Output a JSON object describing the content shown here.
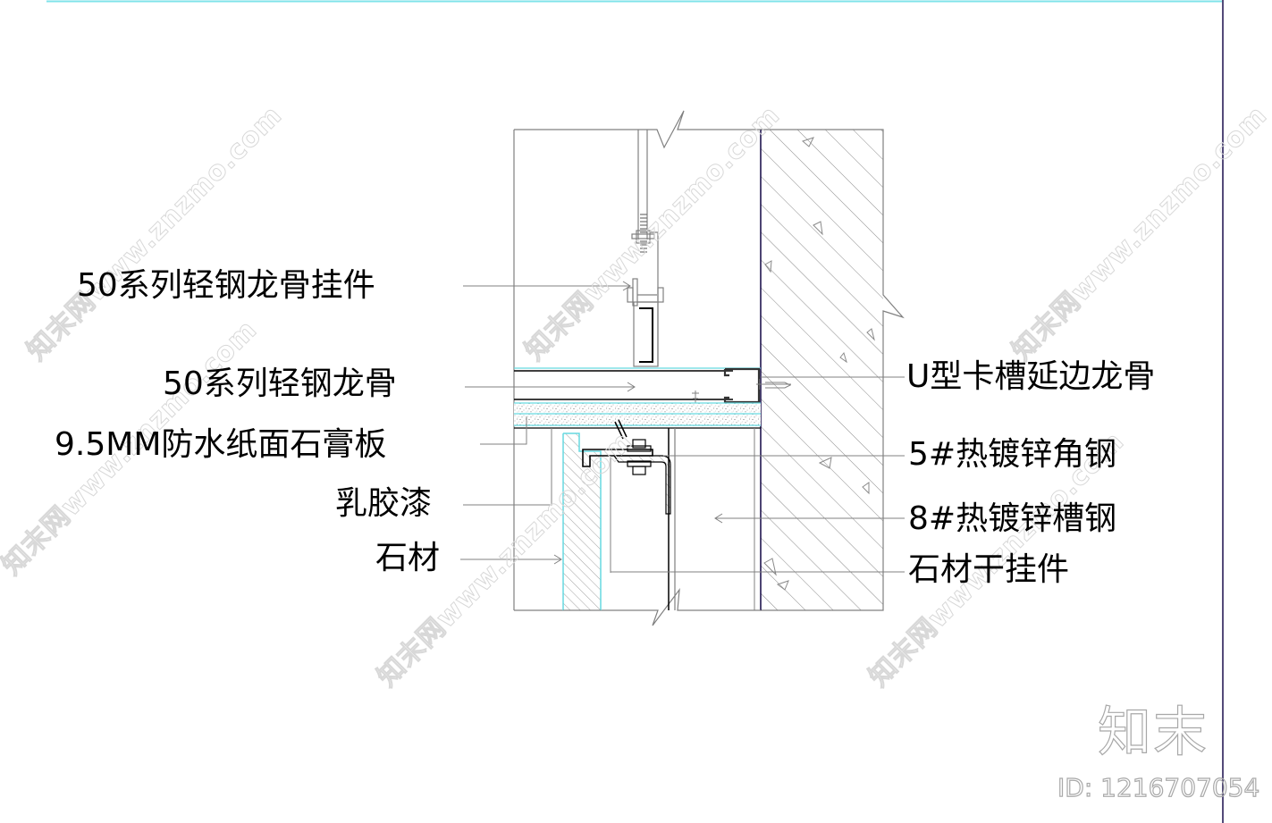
{
  "drawing": {
    "type": "construction-section-detail",
    "subject": "stone cladding to gypsum board ceiling edge junction",
    "colors": {
      "line_gray": "#808080",
      "line_black": "#000000",
      "cyan_layer": "#66d9e0",
      "frame_top_line": "#7fe3ea",
      "frame_right_line": "#1a0f4d",
      "hatch": "#8a8a8a",
      "watermark": "#d8d8d8",
      "brand": "#a8a8a8"
    }
  },
  "labels_left": [
    {
      "id": "hanger",
      "text": "50系列轻钢龙骨挂件"
    },
    {
      "id": "keel",
      "text": "50系列轻钢龙骨"
    },
    {
      "id": "gypsum",
      "text": "9.5MM防水纸面石膏板"
    },
    {
      "id": "latex",
      "text": "乳胶漆"
    },
    {
      "id": "stone",
      "text": "石材"
    }
  ],
  "labels_right": [
    {
      "id": "u-channel",
      "text": "U型卡槽延边龙骨"
    },
    {
      "id": "angle-steel",
      "text": "5#热镀锌角钢"
    },
    {
      "id": "channel-steel",
      "text": "8#热镀锌槽钢"
    },
    {
      "id": "dry-hanger",
      "text": "石材干挂件"
    }
  ],
  "watermark": {
    "repeat_text": "知末网www.znzmo.com",
    "brand_logo": "知末",
    "brand_id": "ID: 1216707054"
  }
}
